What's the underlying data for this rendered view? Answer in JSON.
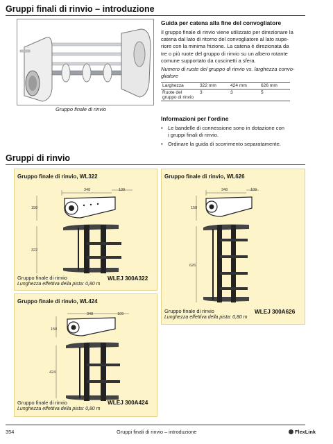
{
  "page": {
    "title1": "Gruppi finali di rinvio – introduzione",
    "title2": "Gruppi di rinvio",
    "photo_caption": "Gruppo finale di rinvio"
  },
  "intro": {
    "heading": "Guida per catena alla fine del convogliatore",
    "lines": [
      "Il gruppo finale di rinvio viene utilizzato per direzionare la",
      "catena dal lato di ritorno del convogliatore al lato supe-",
      "riore con la minima frizione. La catena è direzionata da",
      "tre o più ruote del gruppo di rinvio su un albero rotante",
      "comune supportato da cuscinetti a sfera."
    ],
    "note_lines": [
      "Numero di ruote del gruppo di rinvio vs. larghezza convo-",
      "gliatore"
    ]
  },
  "spec_table": {
    "row1": [
      "Larghezza",
      "322 mm",
      "424 mm",
      "626 mm"
    ],
    "row2": [
      "Ruote del gruppo di rinvio",
      "3",
      "3",
      "5"
    ]
  },
  "ordering": {
    "heading": "Informazioni per l'ordine",
    "bullet_symbol": "•",
    "bullet1_lines": [
      "Le bandelle di connessione sono in dotazione con",
      "i gruppi finali di rinvio."
    ],
    "bullet2": "Ordinare la guida di scorrimento separatamente."
  },
  "panels": {
    "wl322": {
      "title": "Gruppo finale di rinvio, WL322",
      "dims": [
        "348",
        "109",
        "158",
        "322"
      ],
      "caption": "Gruppo finale di rinvio",
      "length": "Lunghezza effettiva della pista: 0,80 m",
      "code": "WLEJ 300A322"
    },
    "wl424": {
      "title": "Gruppo finale di rinvio, WL424",
      "dims": [
        "348",
        "109",
        "158",
        "424"
      ],
      "caption": "Gruppo finale di rinvio",
      "length": "Lunghezza effettiva della pista: 0,80 m",
      "code": "WLEJ 300A424"
    },
    "wl626": {
      "title": "Gruppo finale di rinvio, WL626",
      "dims": [
        "348",
        "109",
        "158",
        "626"
      ],
      "caption": "Gruppo finale di rinvio",
      "length": "Lunghezza effettiva della pista: 0,80 m",
      "code": "WLEJ 300A626"
    }
  },
  "footer": {
    "page_number": "354",
    "section": "Gruppi finali di rinvio – introduzione",
    "brand": "FlexLink"
  },
  "colors": {
    "panel_bg": "#fdf5c9",
    "title_text": "#111111"
  }
}
